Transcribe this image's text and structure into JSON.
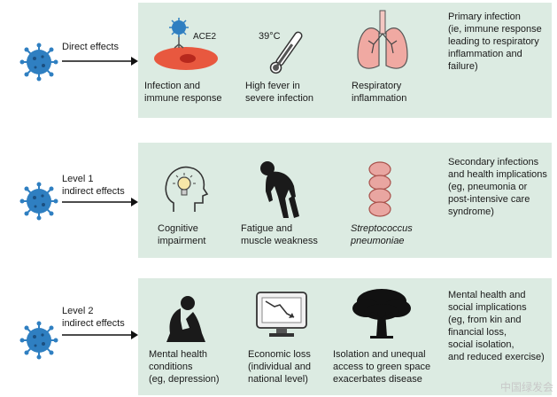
{
  "rows": [
    {
      "label_lines": [
        "Direct effects"
      ],
      "items": [
        {
          "caption_lines": [
            "Infection and",
            "immune response"
          ],
          "icon": "cell-infection-icon",
          "tag": "ACE2"
        },
        {
          "caption_lines": [
            "High fever in",
            "severe infection"
          ],
          "icon": "thermometer-icon",
          "tag": "39°C"
        },
        {
          "caption_lines": [
            "Respiratory",
            "inflammation"
          ],
          "icon": "lungs-icon"
        }
      ],
      "description_lines": [
        "Primary infection",
        "(ie, immune response",
        "leading to respiratory",
        "inflammation and",
        "failure)"
      ]
    },
    {
      "label_lines": [
        "Level 1",
        "indirect effects"
      ],
      "items": [
        {
          "caption_lines": [
            "Cognitive",
            "impairment"
          ],
          "icon": "head-bulb-icon"
        },
        {
          "caption_lines": [
            "Fatigue and",
            "muscle weakness"
          ],
          "icon": "tired-person-icon"
        },
        {
          "caption_lines": [
            "Streptococcus",
            "pneumoniae"
          ],
          "icon": "bacteria-chain-icon"
        }
      ],
      "description_lines": [
        "Secondary infections",
        "and health implications",
        "(eg, pneumonia or",
        "post-intensive care",
        "syndrome)"
      ]
    },
    {
      "label_lines": [
        "Level 2",
        "indirect effects"
      ],
      "items": [
        {
          "caption_lines": [
            "Mental health",
            "conditions",
            "(eg, depression)"
          ],
          "icon": "sad-person-icon"
        },
        {
          "caption_lines": [
            "Economic loss",
            "(individual and",
            "national level)"
          ],
          "icon": "falling-chart-monitor-icon"
        },
        {
          "caption_lines": [
            "Isolation and unequal",
            "access to green space",
            "exacerbates disease"
          ],
          "icon": "tree-icon"
        }
      ],
      "description_lines": [
        "Mental health and",
        "social implications",
        "(eg, from kin and",
        "financial loss,",
        "social isolation,",
        "and reduced exercise)"
      ]
    }
  ],
  "watermark": "中国绿发会",
  "colors": {
    "panel": "#dcebe2",
    "virus": "#2f7fc1",
    "cell": "#e8583f",
    "lung": "#f0a9a2",
    "bacteria": "#e9a6a1"
  }
}
